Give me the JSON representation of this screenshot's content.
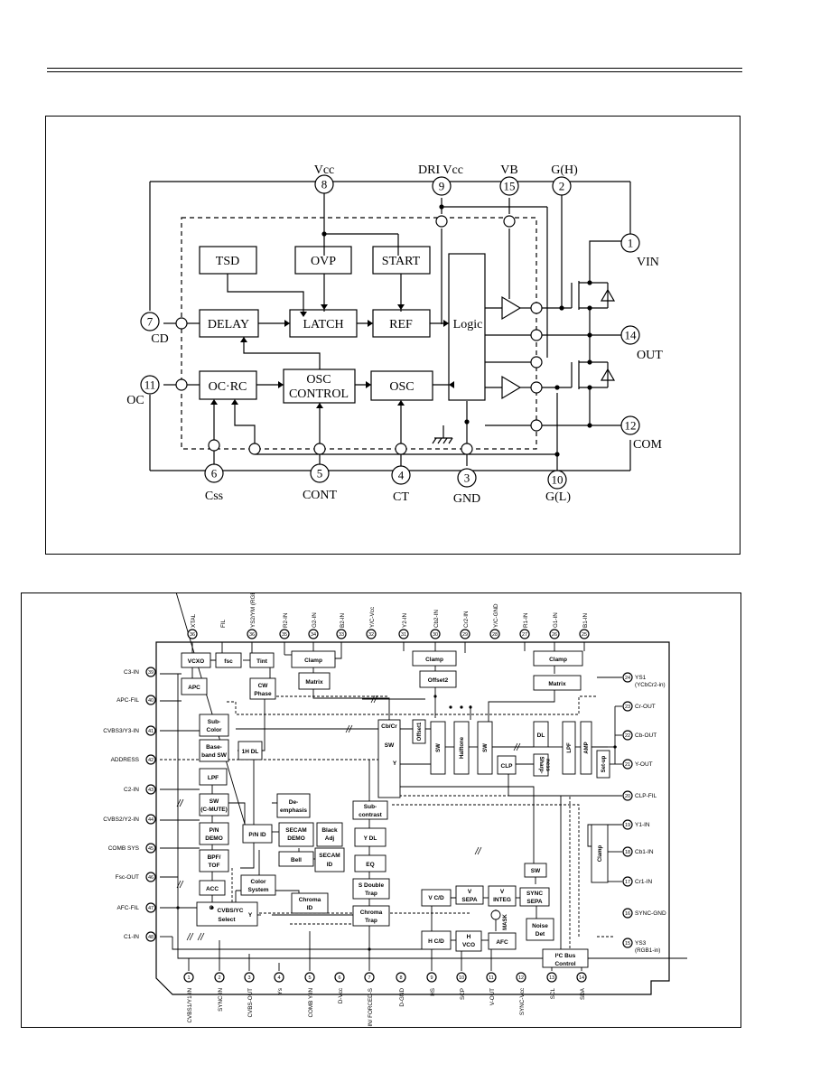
{
  "diagram1": {
    "pins": [
      {
        "num": "8",
        "label": "Vcc"
      },
      {
        "num": "9",
        "label": "DRI Vcc"
      },
      {
        "num": "15",
        "label": "VB"
      },
      {
        "num": "2",
        "label": "G(H)"
      },
      {
        "num": "1",
        "label": "VIN"
      },
      {
        "num": "14",
        "label": "OUT"
      },
      {
        "num": "12",
        "label": "COM"
      },
      {
        "num": "7",
        "label": "CD"
      },
      {
        "num": "11",
        "label": "OC"
      },
      {
        "num": "6",
        "label": "Css"
      },
      {
        "num": "5",
        "label": "CONT"
      },
      {
        "num": "4",
        "label": "CT"
      },
      {
        "num": "3",
        "label": "GND"
      },
      {
        "num": "10",
        "label": "G(L)"
      }
    ],
    "blocks": {
      "tsd": "TSD",
      "ovp": "OVP",
      "start": "START",
      "delay": "DELAY",
      "latch": "LATCH",
      "ref": "REF",
      "logic": "Logic",
      "ocrc": "OC·RC",
      "osc_control_1": "OSC",
      "osc_control_2": "CONTROL",
      "osc": "OSC"
    }
  },
  "diagram2": {
    "top_pins": [
      {
        "num": "36",
        "label": "XTAL"
      },
      {
        "num": "",
        "label": "FIL"
      },
      {
        "num": "36",
        "label": "YS2/YM (RGB2-in)"
      },
      {
        "num": "35",
        "label": "R2-IN"
      },
      {
        "num": "34",
        "label": "G2-IN"
      },
      {
        "num": "33",
        "label": "B2-IN"
      },
      {
        "num": "32",
        "label": "Y/C-Vcc"
      },
      {
        "num": "31",
        "label": "Y2-IN"
      },
      {
        "num": "30",
        "label": "Cb2-IN"
      },
      {
        "num": "29",
        "label": "Cr2-IN"
      },
      {
        "num": "28",
        "label": "Y/C-GND"
      },
      {
        "num": "27",
        "label": "R1-IN"
      },
      {
        "num": "26",
        "label": "G1-IN"
      },
      {
        "num": "25",
        "label": "B1-IN"
      }
    ],
    "left_pins": [
      {
        "num": "39",
        "label": "C3-IN"
      },
      {
        "num": "40",
        "label": "APC-FIL"
      },
      {
        "num": "41",
        "label": "CVBS3/Y3-IN"
      },
      {
        "num": "42",
        "label": "ADDRESS"
      },
      {
        "num": "43",
        "label": "C2-IN"
      },
      {
        "num": "44",
        "label": "CVBS2/Y2-IN"
      },
      {
        "num": "45",
        "label": "COMB SYS"
      },
      {
        "num": "46",
        "label": "Fsc-OUT"
      },
      {
        "num": "47",
        "label": "AFC-FIL"
      },
      {
        "num": "48",
        "label": "C1-IN"
      }
    ],
    "right_pins": [
      {
        "num": "24",
        "label": "YS1",
        "sub": "(YCbCr2-in)"
      },
      {
        "num": "23",
        "label": "Cr-OUT",
        "sub": ""
      },
      {
        "num": "22",
        "label": "Cb-OUT",
        "sub": ""
      },
      {
        "num": "21",
        "label": "Y-OUT",
        "sub": ""
      },
      {
        "num": "20",
        "label": "CLP-FIL",
        "sub": ""
      },
      {
        "num": "19",
        "label": "Y1-IN",
        "sub": ""
      },
      {
        "num": "18",
        "label": "Cb1-IN",
        "sub": ""
      },
      {
        "num": "17",
        "label": "Cr1-IN",
        "sub": ""
      },
      {
        "num": "16",
        "label": "SYNC-GND",
        "sub": ""
      },
      {
        "num": "15",
        "label": "YS3",
        "sub": "(RGB1-in)"
      }
    ],
    "bottom_pins": [
      {
        "num": "1",
        "label": "CVBS1/Y1-IN"
      },
      {
        "num": "2",
        "label": "SYNC-IN"
      },
      {
        "num": "3",
        "label": "CVBS-OUT"
      },
      {
        "num": "4",
        "label": "Ys"
      },
      {
        "num": "5",
        "label": "COMB Y-IN"
      },
      {
        "num": "6",
        "label": "D-Vcc"
      },
      {
        "num": "7",
        "label": "COMB C-IN/ FORCED-S"
      },
      {
        "num": "8",
        "label": "D-GND"
      },
      {
        "num": "9",
        "label": "HS"
      },
      {
        "num": "10",
        "label": "SCP"
      },
      {
        "num": "11",
        "label": "V-OUT"
      },
      {
        "num": "12",
        "label": "SYNC-Vcc"
      },
      {
        "num": "13",
        "label": "SCL"
      },
      {
        "num": "14",
        "label": "SDA"
      }
    ],
    "blocks": {
      "vcxo": "VCXO",
      "fsc": "fsc",
      "tint": "Tint",
      "apc": "APC",
      "cw_phase_1": "CW",
      "cw_phase_2": "Phase",
      "subcolor_1": "Sub-",
      "subcolor_2": "Color",
      "baseband_1": "Base-",
      "baseband_2": "band SW",
      "dl1h": "1H DL",
      "lpf_left": "LPF",
      "swcmute_1": "SW",
      "swcmute_2": "(C-MUTE)",
      "deemph_1": "De-",
      "deemph_2": "emphasis",
      "pndemo_1": "P/N",
      "pndemo_2": "DEMO",
      "pnid": "P/N ID",
      "secamdemo_1": "SECAM",
      "secamdemo_2": "DEMO",
      "blackadj_1": "Black",
      "blackadj_2": "Adj",
      "bpf_1": "BPF/",
      "bpf_2": "TOF",
      "bell": "Bell",
      "secamid_1": "SECAM",
      "secamid_2": "ID",
      "colorsys_1": "Color",
      "colorsys_2": "System",
      "acc": "ACC",
      "chromaid_1": "Chroma",
      "chromaid_2": "ID",
      "cvbsyc_c": "C",
      "cvbsyc_1": "CVBS/YC",
      "cvbsyc_2": "Select",
      "cvbsyc_y": "Y",
      "clamp_l": "Clamp",
      "matrix_l": "Matrix",
      "clamp_m": "Clamp",
      "offset2": "Offset2",
      "clamp_r": "Clamp",
      "matrix_r": "Matrix",
      "cbcr": "Cb/Cr",
      "sw_main": "SW",
      "y_main": "Y",
      "offset1": "Offset1",
      "sw_a": "SW",
      "halftone": "Halftone",
      "sw_b": "SW",
      "dl": "DL",
      "sharpness_1": "Sharp-",
      "sharpness_2": "ness",
      "lpf_right": "LPF",
      "amp": "AMP",
      "clp": "CLP",
      "setup": "Set-up",
      "subcontrast_1": "Sub-",
      "subcontrast_2": "contrast",
      "ydl": "Y DL",
      "eq": "EQ",
      "sdouble_1": "S Double",
      "sdouble_2": "Trap",
      "chromatrap_1": "Chroma",
      "chromatrap_2": "Trap",
      "clamp_v": "Clamp",
      "sw_sync": "SW",
      "vcd": "V C/D",
      "vsepa_1": "V",
      "vsepa_2": "SEPA",
      "vinteg_1": "V",
      "vinteg_2": "INTEG",
      "syncsepa_1": "SYNC",
      "syncsepa_2": "SEPA",
      "mask": "MASK",
      "noisedet_1": "Noise",
      "noisedet_2": "Det",
      "hcd": "H C/D",
      "hvco_1": "H",
      "hvco_2": "VCO",
      "afc": "AFC",
      "i2c_1": "I²C Bus",
      "i2c_2": "Control"
    }
  }
}
